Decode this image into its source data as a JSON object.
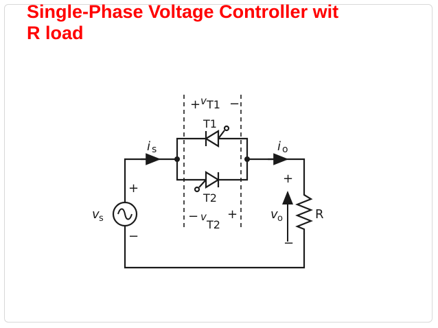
{
  "slide": {
    "title_line1": "Single-Phase Voltage Controller wit",
    "title_line2": "R load",
    "title_color": "#ff0000"
  },
  "circuit": {
    "labels": {
      "vt1_v": "v",
      "vt1_sub": "T1",
      "vt1_plus": "+",
      "vt1_minus": "−",
      "t1": "T1",
      "t2": "T2",
      "vt2_v": "v",
      "vt2_sub": "T2",
      "vt2_plus": "+",
      "vt2_minus": "−",
      "is_main": "i",
      "is_sub": "s",
      "io_main": "i",
      "io_sub": "o",
      "vs_main": "v",
      "vs_sub": "s",
      "vs_plus": "+",
      "vs_minus": "−",
      "vo_main": "v",
      "vo_sub": "o",
      "vo_plus": "+",
      "vo_minus": "−",
      "r": "R"
    },
    "line_color": "#1a1a1a"
  }
}
